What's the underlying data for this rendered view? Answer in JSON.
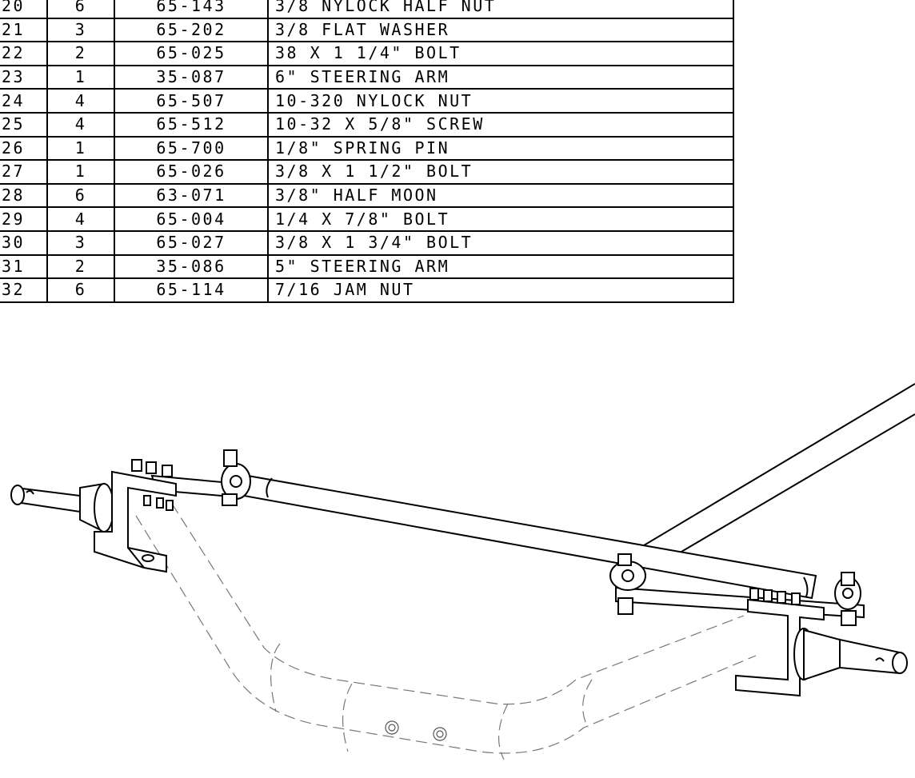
{
  "parts_list": {
    "rows": [
      {
        "item": "20",
        "qty": "6",
        "part_no": "65-143",
        "description": "3/8 NYLOCK HALF NUT"
      },
      {
        "item": "21",
        "qty": "3",
        "part_no": "65-202",
        "description": "3/8 FLAT WASHER"
      },
      {
        "item": "22",
        "qty": "2",
        "part_no": "65-025",
        "description": "38 X 1 1/4\" BOLT"
      },
      {
        "item": "23",
        "qty": "1",
        "part_no": "35-087",
        "description": "6\" STEERING ARM"
      },
      {
        "item": "24",
        "qty": "4",
        "part_no": "65-507",
        "description": "10-320 NYLOCK NUT"
      },
      {
        "item": "25",
        "qty": "4",
        "part_no": "65-512",
        "description": "10-32 X 5/8\" SCREW"
      },
      {
        "item": "26",
        "qty": "1",
        "part_no": "65-700",
        "description": "1/8\" SPRING PIN"
      },
      {
        "item": "27",
        "qty": "1",
        "part_no": "65-026",
        "description": "3/8 X 1 1/2\" BOLT"
      },
      {
        "item": "28",
        "qty": "6",
        "part_no": "63-071",
        "description": "3/8\" HALF MOON"
      },
      {
        "item": "29",
        "qty": "4",
        "part_no": "65-004",
        "description": "1/4 X 7/8\" BOLT"
      },
      {
        "item": "30",
        "qty": "3",
        "part_no": "65-027",
        "description": "3/8 X 1 3/4\" BOLT"
      },
      {
        "item": "31",
        "qty": "2",
        "part_no": "35-086",
        "description": "5\" STEERING ARM"
      },
      {
        "item": "32",
        "qty": "6",
        "part_no": "65-114",
        "description": "7/16 JAM NUT"
      }
    ]
  }
}
